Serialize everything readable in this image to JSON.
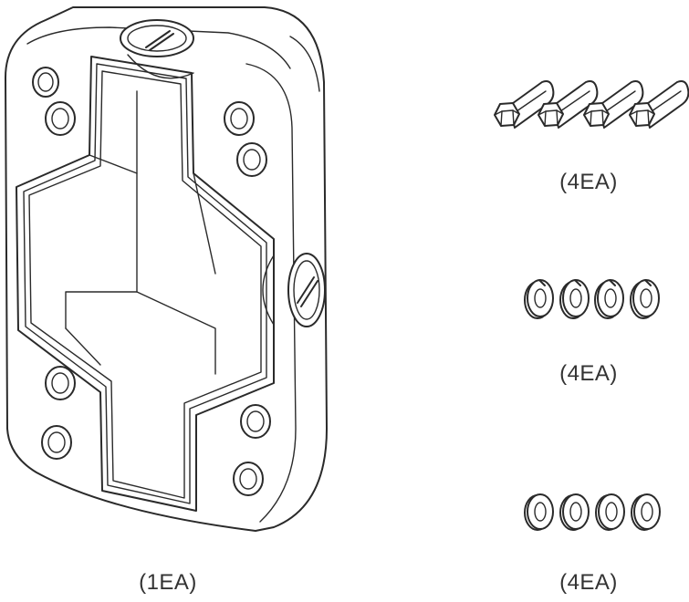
{
  "colors": {
    "line": "#2a2a2a",
    "label": "#333333",
    "background": "#ffffff"
  },
  "parts": [
    {
      "item": "junction-box",
      "quantity_label": "(1EA)",
      "count": 1
    },
    {
      "item": "hex-bolt",
      "quantity_label": "(4EA)",
      "count": 4
    },
    {
      "item": "spring-washer",
      "quantity_label": "(4EA)",
      "count": 4
    },
    {
      "item": "flat-washer",
      "quantity_label": "(4EA)",
      "count": 4
    }
  ]
}
